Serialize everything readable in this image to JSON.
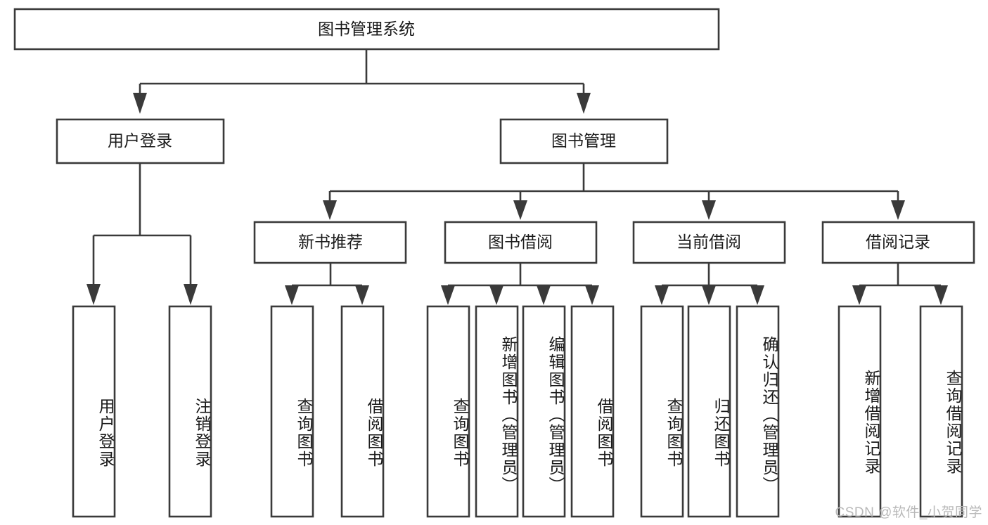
{
  "diagram": {
    "type": "tree-hierarchy",
    "title": "图书管理系统",
    "orientation": "top-down",
    "watermark": "CSDN @软件_小贺同学",
    "colors": {
      "box_stroke": "#3a3a3a",
      "box_fill": "#ffffff",
      "text": "#1a1a1a",
      "connector": "#3a3a3a",
      "watermark": "#b9b9b9",
      "background": "#ffffff"
    },
    "nodes": {
      "root": {
        "label": "图书管理系统"
      },
      "level2": [
        {
          "id": "user-login",
          "label": "用户登录"
        },
        {
          "id": "book-management",
          "label": "图书管理"
        }
      ],
      "level3": [
        {
          "id": "new-book-recommend",
          "label": "新书推荐"
        },
        {
          "id": "book-borrow",
          "label": "图书借阅"
        },
        {
          "id": "current-borrow",
          "label": "当前借阅"
        },
        {
          "id": "borrow-record",
          "label": "借阅记录"
        }
      ],
      "leaves": {
        "user-login": [
          {
            "id": "user-login-leaf",
            "label": "用户登录"
          },
          {
            "id": "user-logout-leaf",
            "label": "注销登录"
          }
        ],
        "new-book-recommend": [
          {
            "id": "query-book-1",
            "label": "查询图书"
          },
          {
            "id": "borrow-book-1",
            "label": "借阅图书"
          }
        ],
        "book-borrow": [
          {
            "id": "query-book-2",
            "label": "查询图书"
          },
          {
            "id": "add-book",
            "label": "新增图书（管理员）"
          },
          {
            "id": "edit-book",
            "label": "编辑图书（管理员）"
          },
          {
            "id": "borrow-book-2",
            "label": "借阅图书"
          }
        ],
        "current-borrow": [
          {
            "id": "query-book-3",
            "label": "查询图书"
          },
          {
            "id": "return-book",
            "label": "归还图书"
          },
          {
            "id": "confirm-return",
            "label": "确认归还（管理员）"
          }
        ],
        "borrow-record": [
          {
            "id": "add-borrow-record",
            "label": "新增借阅记录"
          },
          {
            "id": "query-borrow-record",
            "label": "查询借阅记录"
          }
        ]
      }
    }
  }
}
